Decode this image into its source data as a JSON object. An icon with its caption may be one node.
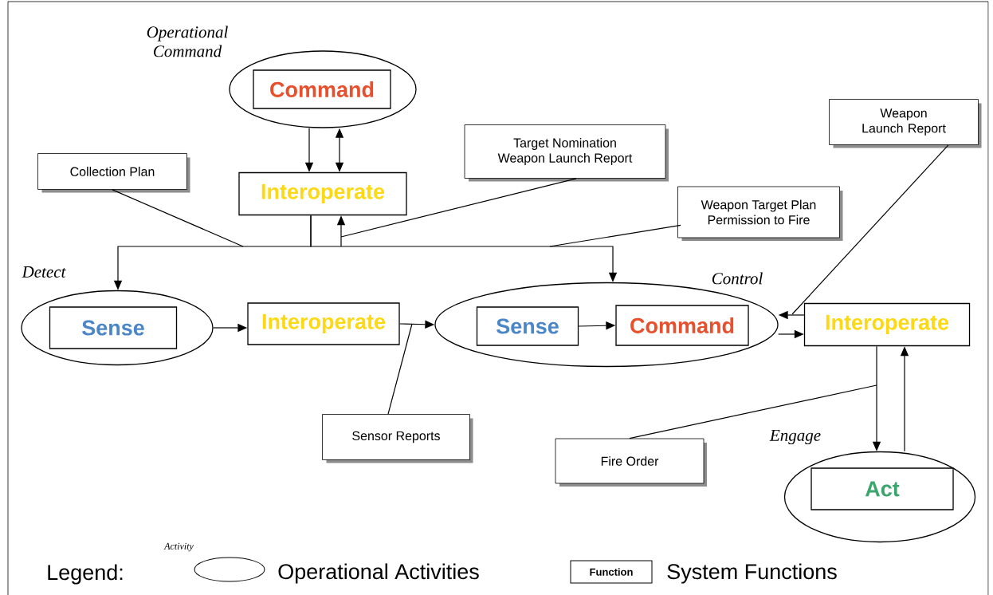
{
  "diagram": {
    "nodes": [
      {
        "text": [
          "Operational Command"
        ]
      },
      {
        "text": [
          "Command"
        ],
        "in": 0
      },
      {
        "text": [
          "Interoperate"
        ]
      },
      {
        "text": [
          "Collection Plan"
        ]
      },
      {
        "text": [
          "Target Nomination",
          "Weapon Launch Report"
        ]
      },
      {
        "text": [
          "Weapon Launch Report"
        ]
      },
      {
        "text": [
          "Weapon Target Plan",
          "Permission to Fire"
        ]
      },
      {
        "text": [
          "Detect"
        ]
      },
      {
        "text": [
          "Sense"
        ],
        "in": 7
      },
      {
        "text": [
          "Interoperate"
        ]
      },
      {
        "text": [
          "Control"
        ]
      },
      {
        "text": [
          "Sense"
        ],
        "in": 10
      },
      {
        "text": [
          "Command"
        ],
        "in": 10
      },
      {
        "text": [
          "Interoperate"
        ]
      },
      {
        "text": [
          "Sensor Reports"
        ]
      },
      {
        "text": [
          "Fire Order"
        ]
      },
      {
        "text": [
          "Engage"
        ]
      },
      {
        "text": [
          "Act"
        ],
        "in": 16
      }
    ],
    "edges": [
      {
        "from": 0,
        "to": 2,
        "arrow": "to"
      },
      {
        "from": 0,
        "to": 2,
        "arrow": "both"
      },
      {
        "from": 2,
        "to": 7,
        "arrow": "to"
      },
      {
        "from": 2,
        "to": 10,
        "arrow": "to"
      },
      {
        "from": null,
        "to": 2,
        "arrow": "to"
      },
      {
        "from": 3,
        "to": null,
        "arrow": "none"
      },
      {
        "from": 4,
        "to": null,
        "arrow": "none"
      },
      {
        "from": 6,
        "to": null,
        "arrow": "none"
      },
      {
        "from": 7,
        "to": 9,
        "arrow": "to"
      },
      {
        "from": 9,
        "to": 10,
        "arrow": "to"
      },
      {
        "from": 14,
        "to": null,
        "arrow": "none"
      },
      {
        "from": 11,
        "to": 12,
        "arrow": "to"
      },
      {
        "from": 13,
        "to": 10,
        "arrow": "to"
      },
      {
        "from": 10,
        "to": 13,
        "arrow": "to"
      },
      {
        "from": 5,
        "to": null,
        "arrow": "none"
      },
      {
        "from": 13,
        "to": 16,
        "arrow": "to"
      },
      {
        "from": 16,
        "to": 13,
        "arrow": "to"
      },
      {
        "from": 15,
        "to": null,
        "arrow": "none"
      }
    ],
    "labels": [
      "Activity",
      "Legend:",
      "Function"
    ],
    "legend": [
      {
        "text": "Operational Activities"
      },
      {
        "text": "System Functions"
      }
    ]
  }
}
